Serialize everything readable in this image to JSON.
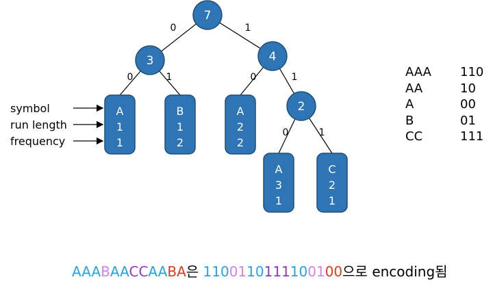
{
  "colors": {
    "node_fill": "#2e75b6",
    "node_stroke": "#1f4e79",
    "node_text": "#ffffff",
    "blue": "#1ea7e6",
    "pink": "#d97ff2",
    "purple": "#9933cc",
    "red": "#e03a1e",
    "black": "#000000"
  },
  "tree": {
    "circles": [
      {
        "id": "root",
        "label": "7"
      },
      {
        "id": "n3",
        "label": "3"
      },
      {
        "id": "n4",
        "label": "4"
      },
      {
        "id": "n2",
        "label": "2"
      }
    ],
    "leaves": [
      {
        "id": "leaf-aaa",
        "symbol": "A",
        "run_length": "1",
        "frequency": "1"
      },
      {
        "id": "leaf-b",
        "symbol": "B",
        "run_length": "1",
        "frequency": "2"
      },
      {
        "id": "leaf-aa",
        "symbol": "A",
        "run_length": "2",
        "frequency": "2"
      },
      {
        "id": "leaf-a3",
        "symbol": "A",
        "run_length": "3",
        "frequency": "1"
      },
      {
        "id": "leaf-cc",
        "symbol": "C",
        "run_length": "2",
        "frequency": "1"
      }
    ],
    "edge_labels": [
      "0",
      "1",
      "0",
      "1",
      "0",
      "1",
      "0",
      "1"
    ]
  },
  "annotations": [
    "symbol",
    "run length",
    "frequency"
  ],
  "codes": [
    {
      "symbol": "AAA",
      "code": "110"
    },
    {
      "symbol": "AA",
      "code": "10"
    },
    {
      "symbol": "A",
      "code": "00"
    },
    {
      "symbol": "B",
      "code": "01"
    },
    {
      "symbol": "CC",
      "code": "111"
    }
  ],
  "encoding": {
    "input": [
      {
        "text": "AAA",
        "color": "blue"
      },
      {
        "text": "B",
        "color": "pink"
      },
      {
        "text": "AA",
        "color": "blue"
      },
      {
        "text": "CC",
        "color": "purple"
      },
      {
        "text": "AA",
        "color": "blue"
      },
      {
        "text": "BA",
        "color": "red"
      }
    ],
    "particle1": "은 ",
    "output": [
      {
        "text": "110",
        "color": "blue"
      },
      {
        "text": "01",
        "color": "pink"
      },
      {
        "text": "10",
        "color": "blue"
      },
      {
        "text": "111",
        "color": "purple"
      },
      {
        "text": "10",
        "color": "blue"
      },
      {
        "text": "01",
        "color": "pink"
      },
      {
        "text": "00",
        "color": "red"
      }
    ],
    "particle2": "으로 encoding됨"
  }
}
